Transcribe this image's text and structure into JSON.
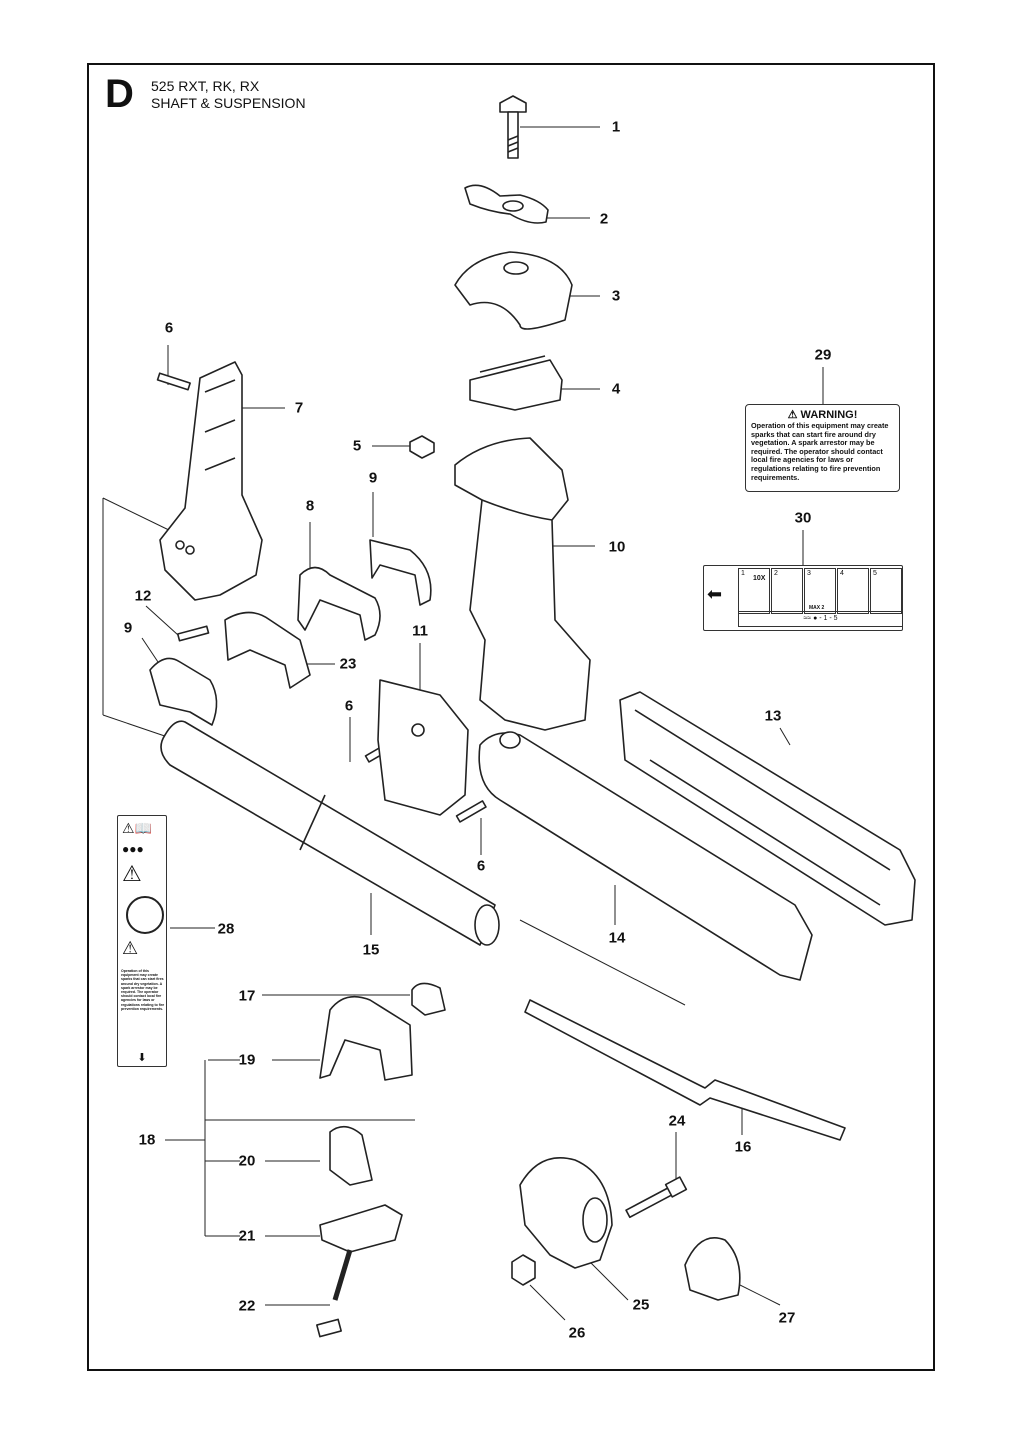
{
  "header": {
    "section_letter": "D",
    "model_line": "525 RXT, RK, RX",
    "section_title": "SHAFT & SUSPENSION"
  },
  "callouts": [
    "1",
    "2",
    "3",
    "4",
    "5",
    "6",
    "7",
    "8",
    "9",
    "10",
    "11",
    "12",
    "9",
    "13",
    "6",
    "14",
    "15",
    "16",
    "17",
    "18",
    "19",
    "20",
    "21",
    "22",
    "23",
    "24",
    "25",
    "26",
    "27",
    "28",
    "29",
    "30",
    "6"
  ],
  "warning_label": {
    "title": "WARNING!",
    "body": "Operation of this equipment may create sparks that can start fire around dry vegetation. A spark arrestor may be required. The operator should contact local fire agencies for laws or regulations relating to fire prevention requirements."
  },
  "symbol_label": {
    "steps": [
      "1",
      "2",
      "3",
      "4",
      "5"
    ],
    "step_texts": [
      "10X",
      "",
      "MAX 2",
      "",
      ""
    ],
    "footer": "- 1 - 5"
  },
  "sticker_label": {
    "small_text": "Operation of this equipment may create sparks that can start fires around dry vegetation. A spark arrestor may be required. The operator should contact local fire agencies for laws or regulations relating to fire prevention requirements."
  }
}
